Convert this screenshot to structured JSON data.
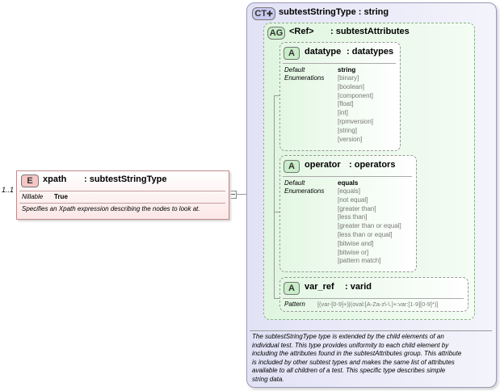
{
  "cardinality": "1..1",
  "element": {
    "badge": "E",
    "name": "xpath",
    "type_label": ": subtestStringType",
    "nillable_label": "Nillable",
    "nillable_value": "True",
    "description": "Specifies an Xpath expression describing the nodes to look at."
  },
  "complex_type": {
    "badge": "CT",
    "title": "subtestStringType : string",
    "documentation": [
      "The subtestStringType type is extended by the child elements of an",
      "individual test.  This type provides uniformity to each child element by",
      "including the attributes found in the subtestAttributes group.  This attribute",
      "is included by other subtest types and makes the same list of attributes",
      "available to all children of a test.  This specific type describes simple",
      "string data."
    ]
  },
  "attribute_group": {
    "badge": "AG",
    "ref_label": "<Ref>",
    "name": ": subtestAttributes"
  },
  "attributes": [
    {
      "badge": "A",
      "name": "datatype",
      "type": ": datatypes",
      "default_label": "Default",
      "enum_label": "Enumerations",
      "default": "string",
      "enumerations": [
        "[binary]",
        "[boolean]",
        "[component]",
        "[float]",
        "[int]",
        "[rpmversion]",
        "[string]",
        "[version]"
      ]
    },
    {
      "badge": "A",
      "name": "operator",
      "type": ": operators",
      "default_label": "Default",
      "enum_label": "Enumerations",
      "default": "equals",
      "enumerations": [
        "[equals]",
        "[not equal]",
        "[greater than]",
        "[less than]",
        "[greater than or equal]",
        "[less than or equal]",
        "[bitwise and]",
        "[bitwise or]",
        "[pattern match]"
      ]
    },
    {
      "badge": "A",
      "name": "var_ref",
      "type": ": varid",
      "pattern_label": "Pattern",
      "pattern": "[(var-[0-9]+)|(oval:[A-Za-z\\-\\.]+:var:[1-9][0-9]*)]"
    }
  ],
  "colors": {
    "element_border": "#c08a8a",
    "complex_type_bg": "#e2e2f6",
    "attribute_group_bg": "#dff5df",
    "badge_element_bg": "#f6c6c6",
    "badge_attr_bg": "#c9edc9",
    "badge_ct_bg": "#c9c9ef"
  }
}
